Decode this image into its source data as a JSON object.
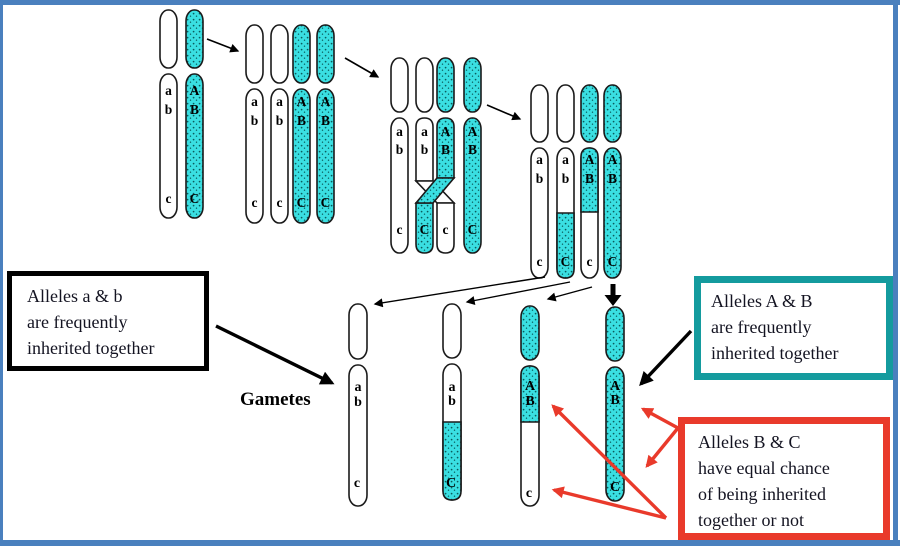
{
  "colors": {
    "frame_blue": "#4A80BE",
    "chromosome_teal": "#3ADFE2",
    "teal_speckle": "#0A5C5C",
    "teal_box_border": "#149B9E",
    "red_box_border": "#E93A2B",
    "black": "#000000"
  },
  "callouts": {
    "left_black": {
      "line1": "Alleles a & b",
      "line2": "are frequently",
      "line3": "inherited together"
    },
    "right_teal": {
      "line1": "Alleles A & B",
      "line2": "are frequently",
      "line3": "inherited together"
    },
    "right_red": {
      "line1": "Alleles B & C",
      "line2": "have equal chance",
      "line3": "of being inherited",
      "line4": "together or not"
    }
  },
  "stages": [
    {
      "id": "parent-pair",
      "chromosomes": [
        [
          "a",
          "b",
          "c"
        ],
        [
          "A",
          "B",
          "C"
        ]
      ]
    },
    {
      "id": "duplicated",
      "chromosomes": [
        [
          "a",
          "b",
          "c"
        ],
        [
          "a",
          "b",
          "c"
        ],
        [
          "A",
          "B",
          "C"
        ],
        [
          "A",
          "B",
          "C"
        ]
      ]
    },
    {
      "id": "crossing-over",
      "chromosomes": [
        [
          "a",
          "b",
          "c"
        ],
        [
          "a",
          "b",
          "C"
        ],
        [
          "A",
          "B",
          "c"
        ],
        [
          "A",
          "B",
          "C"
        ]
      ]
    },
    {
      "id": "recombined",
      "chromosomes": [
        [
          "a",
          "b",
          "c"
        ],
        [
          "a",
          "b",
          "C"
        ],
        [
          "A",
          "B",
          "c"
        ],
        [
          "A",
          "B",
          "C"
        ]
      ]
    }
  ],
  "gametes": {
    "label": "Gametes",
    "chromosomes": [
      [
        "a",
        "b",
        "c"
      ],
      [
        "a",
        "b",
        "C"
      ],
      [
        "A",
        "B",
        "c"
      ],
      [
        "A",
        "B",
        "C"
      ]
    ]
  }
}
